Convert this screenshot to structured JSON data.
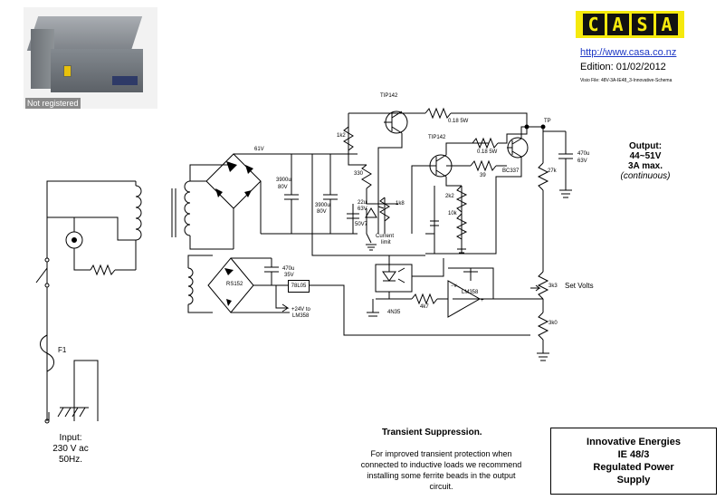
{
  "image": {
    "watermark": "Not registered"
  },
  "header": {
    "logo_letters": [
      "C",
      "A",
      "S",
      "A"
    ],
    "url": "http://www.casa.co.nz",
    "edition": "Edition: 01/02/2012",
    "visio_file": "Visio File: 48V-3A-IE48_3-Innovative-Schema"
  },
  "output": {
    "title": "Output:",
    "voltage": "44~51V",
    "current": "3A max.",
    "mode": "(continuous)"
  },
  "input": {
    "line1": "Input:",
    "line2": "230 V ac",
    "line3": "50Hz."
  },
  "transient": {
    "title": "Transient Suppression.",
    "body": "For improved  transient protection when connected to inductive loads we recommend  installing some ferrite beads in the output circuit."
  },
  "title_block": {
    "line1": "Innovative Energies",
    "line2": "IE 48/3",
    "line3": "Regulated Power",
    "line4": "Supply"
  },
  "components": {
    "tip142_top": "TIP142",
    "tip142_mid": "TIP142",
    "r_018_top": "0.18 5W",
    "r_018_mid": "0.18 5W",
    "r_39": "39",
    "bc337": "BC337",
    "tp": "TP",
    "cap_470_out_a": "470u",
    "cap_470_out_b": "63V",
    "r_27k": "27k",
    "v61": "61V",
    "r_1k2": "1k2",
    "r_330": "330",
    "cap_3900a_a": "3900u",
    "cap_3900a_b": "80V",
    "cap_3900b_a": "3900u",
    "cap_3900b_b": "80V",
    "cap_22u_a": "22u",
    "cap_22u_b": "63V",
    "zener": "50V7",
    "pot_1k8": "1k8",
    "current_limit_a": "Current",
    "current_limit_b": "limit",
    "r_2k2": "2k2",
    "r_10k": "10k",
    "bridge_small": "RS152",
    "cap_470_small_a": "470u",
    "cap_470_small_b": "35V",
    "reg": "78L05",
    "supply_note_a": "+24V to",
    "supply_note_b": "LM358",
    "opto": "4N35",
    "r_4k7": "4k7",
    "opamp": "LM358",
    "opamp_minus": "−v",
    "opamp_plus": "+",
    "r_3k3": "3k3",
    "set_volts": "Set Volts",
    "r_3k0": "3k0",
    "fuse": "F1"
  }
}
